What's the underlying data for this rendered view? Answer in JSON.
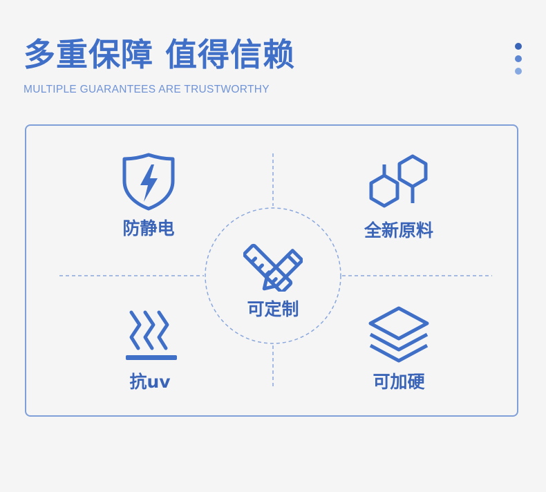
{
  "header": {
    "title": "多重保障 值得信赖",
    "subtitle": "MULTIPLE GUARANTEES ARE TRUSTWORTHY"
  },
  "features": {
    "antistatic": {
      "label": "防静电",
      "icon": "lightning-shield-icon"
    },
    "raw_material": {
      "label": "全新原料",
      "icon": "molecule-icon"
    },
    "custom": {
      "label": "可定制",
      "icon": "pencil-ruler-icon"
    },
    "anti_uv": {
      "label": "抗uv",
      "icon": "heat-waves-icon"
    },
    "hardenable": {
      "label": "可加硬",
      "icon": "layers-icon"
    }
  },
  "colors": {
    "primary": "#3f6fc6",
    "secondary": "#6f93d6",
    "border": "#7f9fd8",
    "background": "#f5f5f6"
  }
}
